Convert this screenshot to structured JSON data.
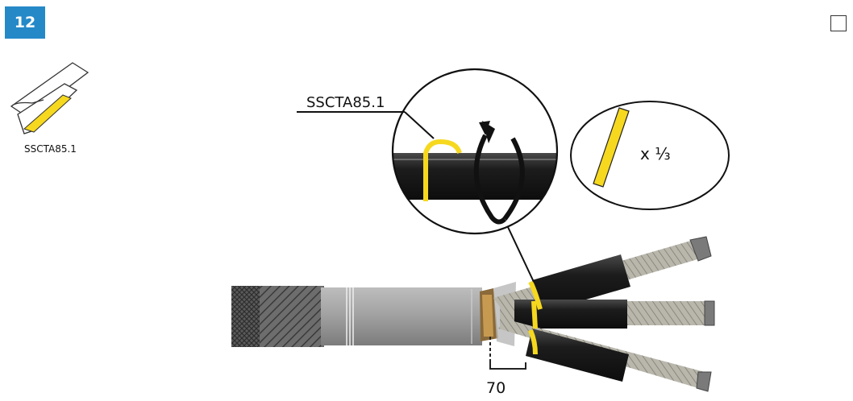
{
  "step": {
    "number": "12"
  },
  "tape_icon": {
    "label": "SSCTA85.1"
  },
  "callout": {
    "label": "SSCTA85.1"
  },
  "quantity": {
    "text": "x ⅓"
  },
  "dimension": {
    "value": "70"
  },
  "colors": {
    "accent_blue": "#2589c8",
    "tape_yellow": "#f6d81f",
    "sleeve_black": "#1e1e1e",
    "sheath_grey": "#9a9a9a"
  },
  "icons": [
    "tape-icon",
    "rotate-arrow-icon",
    "tape-strip-icon",
    "checkbox-icon"
  ]
}
